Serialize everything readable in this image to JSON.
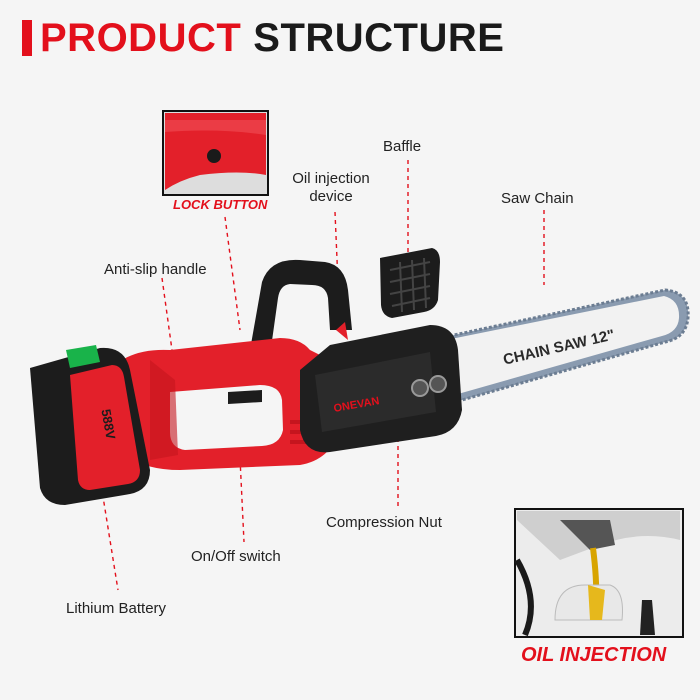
{
  "title": {
    "part1": "PRODUCT",
    "part2": "STRUCTURE"
  },
  "labels": {
    "lock_button": "LOCK BUTTON",
    "baffle": "Baffle",
    "oil_injection_device": "Oil injection\ndevice",
    "saw_chain": "Saw Chain",
    "anti_slip_handle": "Anti-slip handle",
    "compression_nut": "Compression Nut",
    "on_off_switch": "On/Off switch",
    "lithium_battery": "Lithium Battery",
    "oil_injection": "OIL INJECTION"
  },
  "product": {
    "bar_text": "CHAIN SAW 12\"",
    "brand": "ONEVAN",
    "battery_voltage": "588V"
  },
  "colors": {
    "accent": "#e3101c",
    "body_red": "#e3202a",
    "black": "#1c1c1c"
  }
}
